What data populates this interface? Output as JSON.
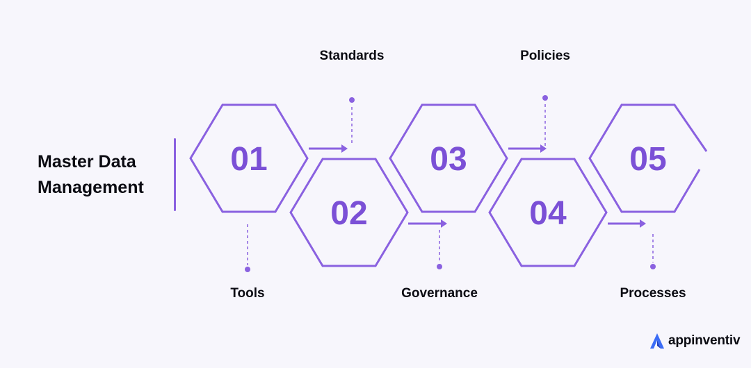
{
  "title": {
    "line1": "Master Data",
    "line2": "Management"
  },
  "steps": [
    {
      "number": "01",
      "label": "Tools"
    },
    {
      "number": "02",
      "label": "Standards"
    },
    {
      "number": "03",
      "label": "Governance"
    },
    {
      "number": "04",
      "label": "Policies"
    },
    {
      "number": "05",
      "label": "Processes"
    }
  ],
  "brand": {
    "name": "appinventiv",
    "icon": "appinventiv-logo-icon"
  },
  "colors": {
    "accent": "#8a61e0",
    "number": "#7b50d6",
    "background": "#f7f6fc",
    "text": "#0b0b12"
  }
}
